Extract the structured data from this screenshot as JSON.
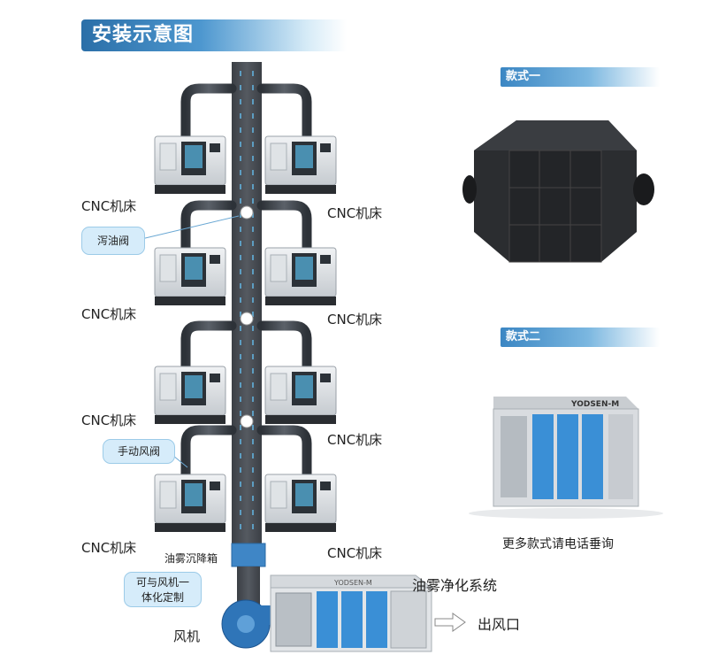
{
  "header": {
    "title": "安装示意图"
  },
  "diagram": {
    "machine_label": "CNC机床",
    "valve_callout": "泻油阀",
    "damper_callout": "手动风阀",
    "settling_box": "油雾沉降箱",
    "fan_callout_line1": "可与风机一",
    "fan_callout_line2": "体化定制",
    "fan_label": "风机",
    "purifier_label": "油雾净化系统",
    "outlet_label": "出风口",
    "purifier_brand": "YODSEN-M"
  },
  "products": {
    "style1_label": "款式一",
    "style2_label": "款式二",
    "style2_brand": "YODSEN-M",
    "more_text": "更多款式请电话垂询"
  }
}
